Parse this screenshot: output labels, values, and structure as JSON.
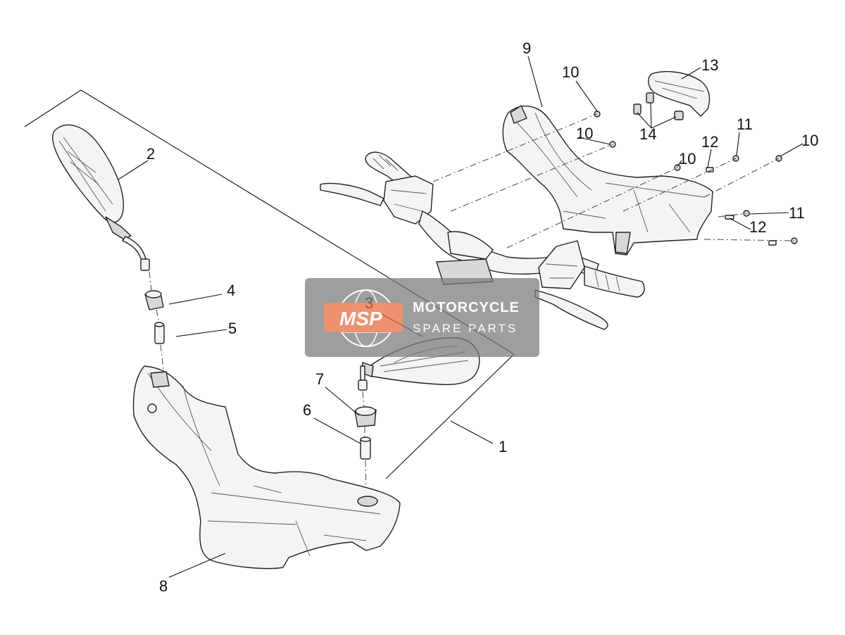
{
  "callouts": {
    "c1": "1",
    "c2": "2",
    "c3": "3",
    "c4": "4",
    "c5": "5",
    "c6": "6",
    "c7": "7",
    "c8": "8",
    "c9": "9",
    "c10a": "10",
    "c10b": "10",
    "c10c": "10",
    "c10d": "10",
    "c11a": "11",
    "c11b": "11",
    "c12a": "12",
    "c12b": "12",
    "c13": "13",
    "c14": "14"
  },
  "watermark": {
    "badge": "MSP",
    "line1": "MOTORCYCLE",
    "line2": "SPARE PARTS"
  },
  "colors": {
    "watermark_bg": "#7a7a7a",
    "watermark_badge": "#e8673a"
  }
}
